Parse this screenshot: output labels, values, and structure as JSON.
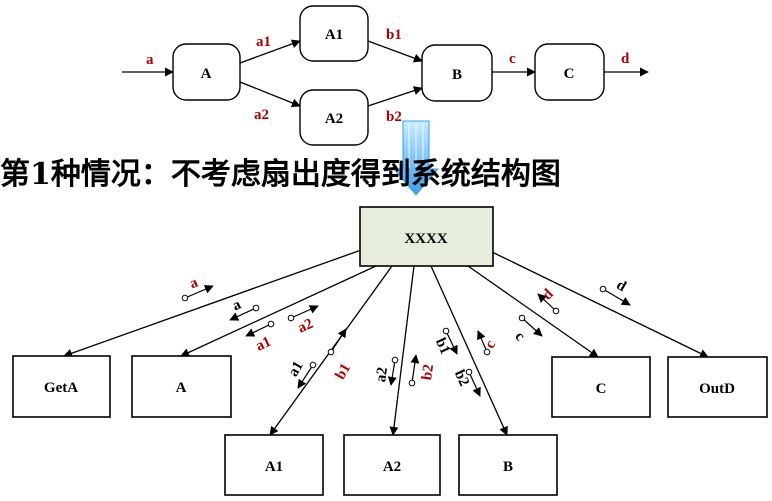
{
  "heading": "第1种情况：不考虑扇出度得到系统结构图",
  "colors": {
    "label_red": "#b00000",
    "label_black": "#000000",
    "top_box_fill": "#e6eedb",
    "big_arrow_light": "#c9ecff",
    "big_arrow_dark": "#3aa0ee"
  },
  "flow": {
    "nodes": {
      "A": "A",
      "A1": "A1",
      "A2": "A2",
      "B": "B",
      "C": "C"
    },
    "edges": {
      "a": "a",
      "a1": "a1",
      "a2": "a2",
      "b1": "b1",
      "b2": "b2",
      "c": "c",
      "d": "d"
    }
  },
  "structure": {
    "top": "XXXX",
    "modules": {
      "GetA": "GetA",
      "A": "A",
      "A1": "A1",
      "A2": "A2",
      "B": "B",
      "C": "C",
      "OutD": "OutD"
    },
    "couples": {
      "getA_a": "a",
      "a_a": "a",
      "a_a1": "a1",
      "a_a2": "a2",
      "a1_a1": "a1",
      "a1_b1": "b1",
      "a2_a2": "a2",
      "a2_b2": "b2",
      "b_b1": "b1",
      "b_b2": "b2",
      "b_c": "c",
      "c_d": "d",
      "c_c": "c",
      "outd_d": "d"
    }
  }
}
